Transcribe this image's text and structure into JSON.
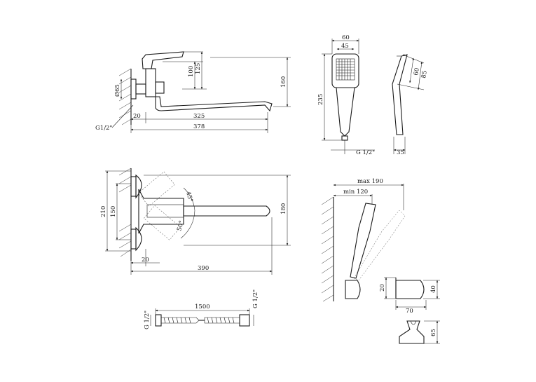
{
  "views": {
    "side": {
      "dims": {
        "d65": "Ø65",
        "h100": "100",
        "h125": "125",
        "h160": "160",
        "w20": "20",
        "w325": "325",
        "w378": "378",
        "thread": "G1/2\""
      }
    },
    "handshower_front": {
      "dims": {
        "w60": "60",
        "w45": "45",
        "h235": "235",
        "thread": "G 1/2\""
      }
    },
    "handshower_side": {
      "dims": {
        "a60": "60",
        "a85": "85",
        "w35": "35"
      }
    },
    "top": {
      "dims": {
        "h210": "210",
        "h150": "150",
        "h180": "180",
        "w20": "20",
        "w390": "390",
        "ang45": "45°",
        "ang50": "50°"
      }
    },
    "hose": {
      "dims": {
        "len": "1500",
        "left_thread": "G 1/2\"",
        "right_thread": "G 1/2\""
      }
    },
    "holder_range": {
      "dims": {
        "max": "max 190",
        "min": "min 120"
      }
    },
    "holder_detail": {
      "dims": {
        "h20": "20",
        "h40": "40",
        "w70": "70",
        "h65": "65"
      }
    }
  }
}
